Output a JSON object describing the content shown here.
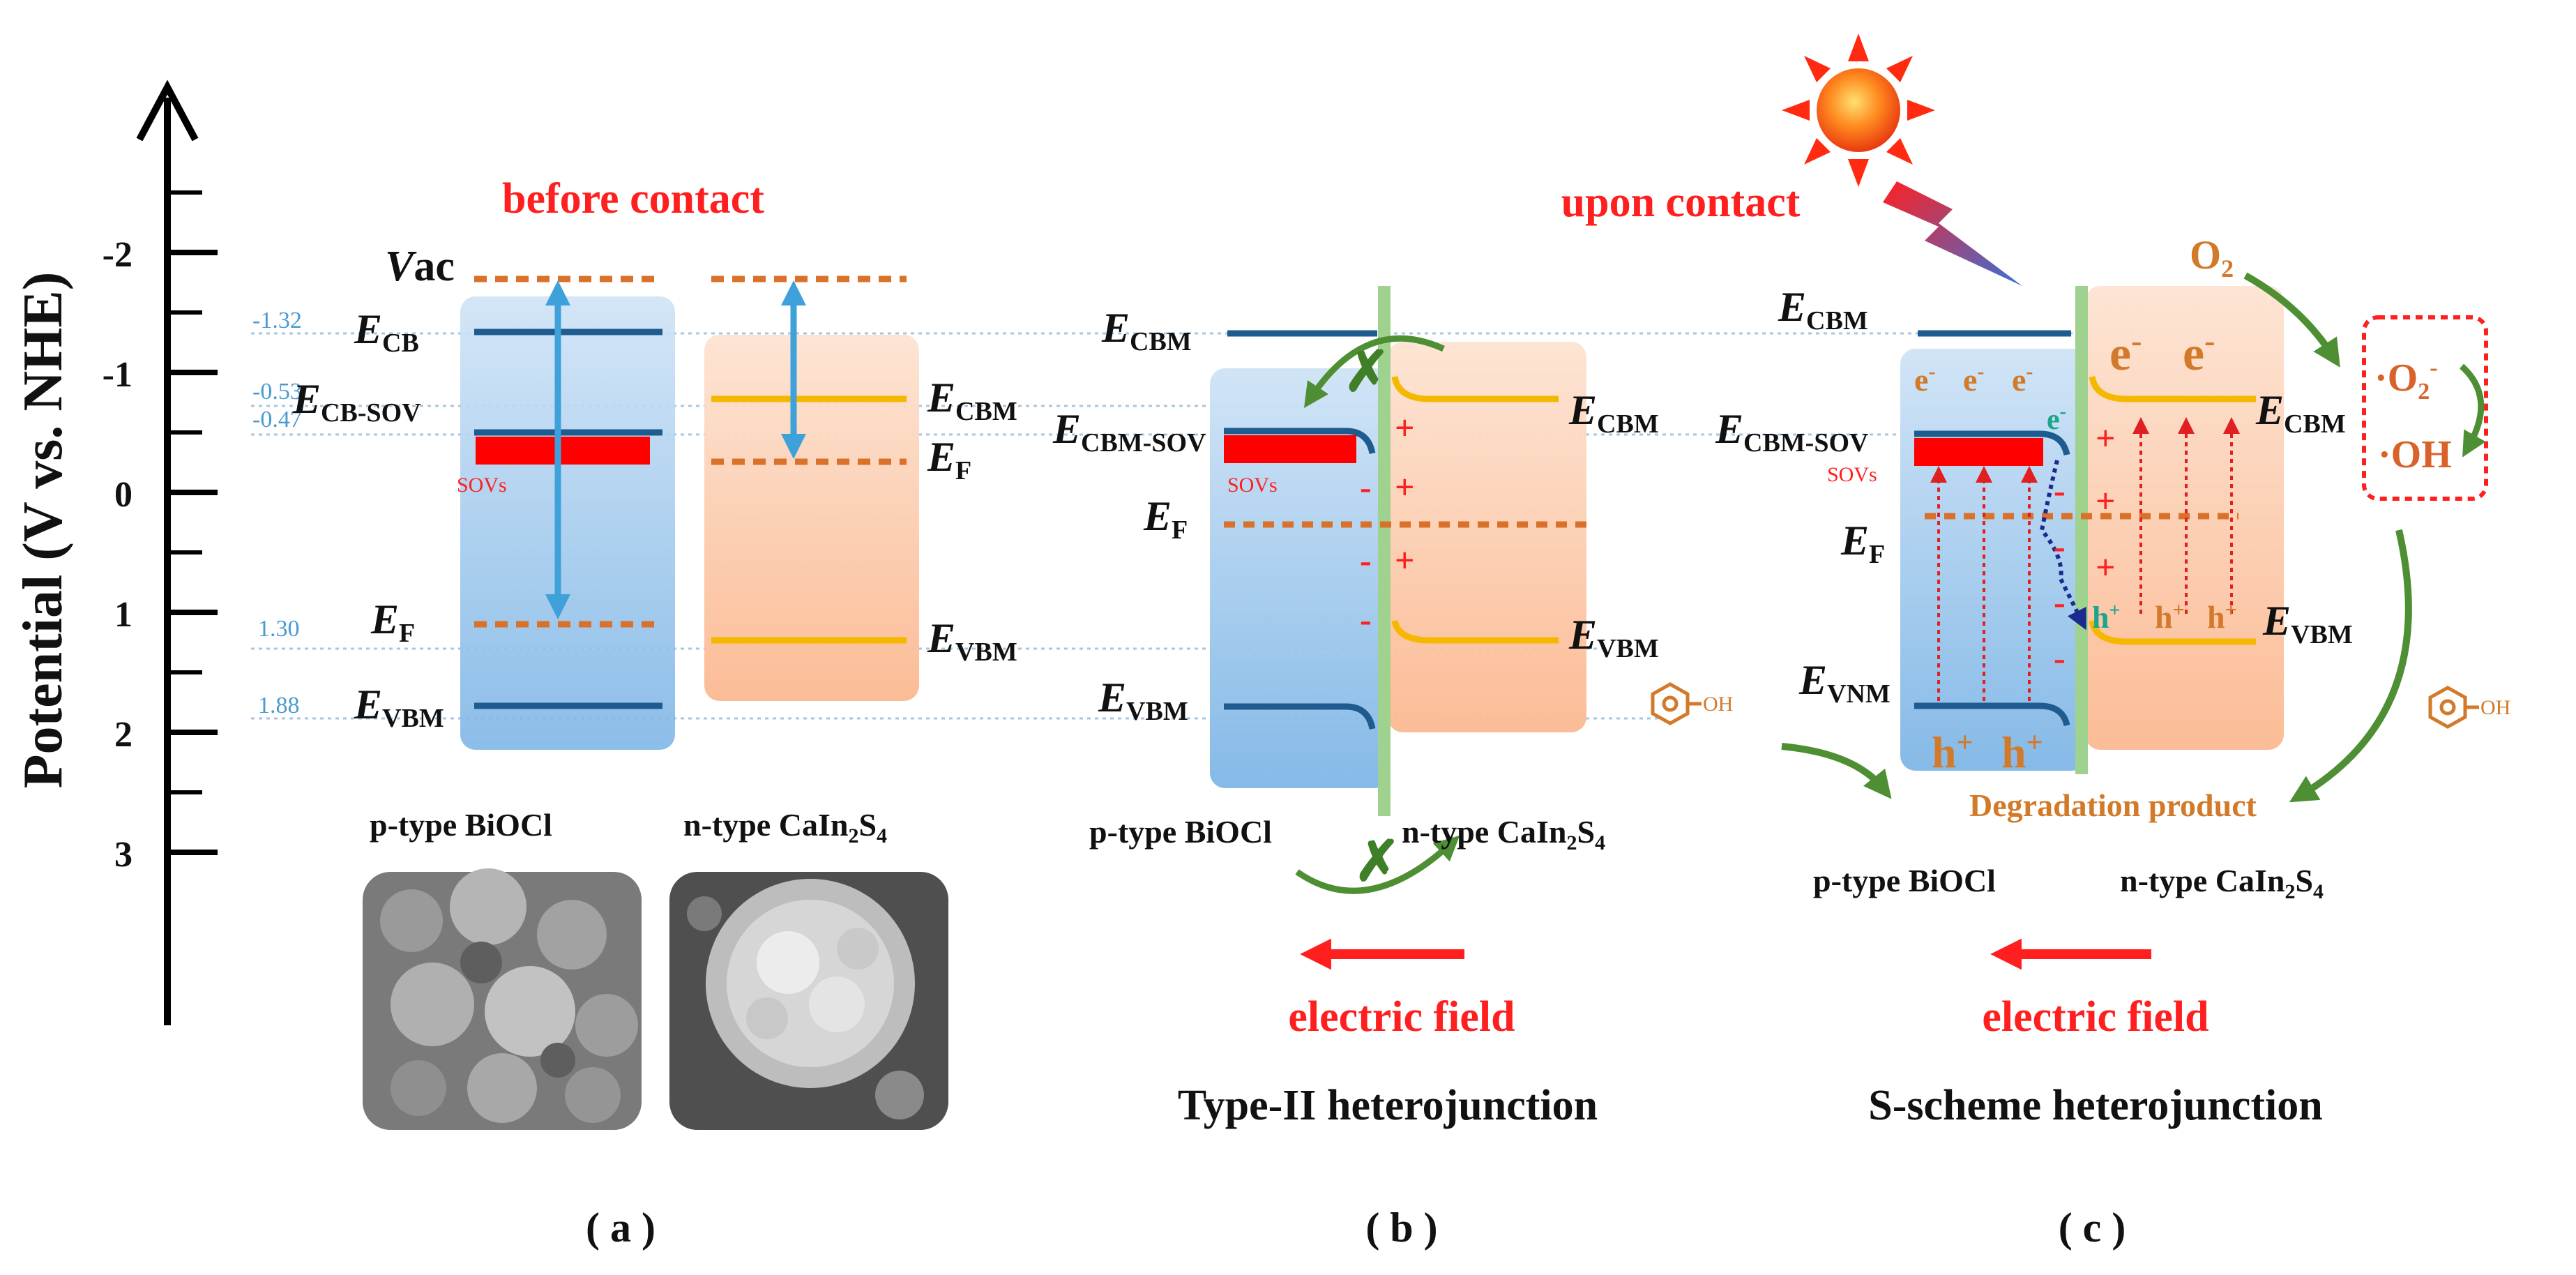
{
  "axis": {
    "title": "Potential (V vs. NHE)",
    "ticks": [
      "-2",
      "-1",
      "0",
      "1",
      "2",
      "3"
    ]
  },
  "energy_values": [
    "-1.32",
    "-0.53",
    "-0.47",
    "1.30",
    "1.88"
  ],
  "panel_a": {
    "heading": "before contact",
    "vac": "ac",
    "vac_italic": "V",
    "bioc": {
      "e": "E",
      "cb": "CB",
      "cb_sov": "CB-SOV",
      "ef_e": "E",
      "ef_sub": "F",
      "vbm": "VBM",
      "sovs": "SOVs",
      "name": "p-type BiOCl"
    },
    "cain": {
      "cbm": "CBM",
      "ef_sub": "F",
      "vbm": "VBM",
      "name_main": "n-type CaIn",
      "name_s": "S",
      "sub2": "2",
      "sub4": "4"
    },
    "caption": "( a )"
  },
  "panel_b": {
    "cbm": "CBM",
    "cbm_sov": "CBM-SOV",
    "ef_sub": "F",
    "vbm": "VBM",
    "sovs": "SOVs",
    "bioc_name": "p-type BiOCl",
    "cain_name_main": "n-type CaIn",
    "cain_s": "S",
    "sub2": "2",
    "sub4": "4",
    "field": "electric field",
    "title": "Type-II heterojunction",
    "caption": "( b )",
    "plus": "+",
    "minus": "-"
  },
  "panel_c": {
    "heading": "upon contact",
    "cbm": "CBM",
    "cbm_sov": "CBM-SOV",
    "ef_sub": "F",
    "vnm": "VNM",
    "vbm": "VBM",
    "sovs": "SOVs",
    "electron": "e",
    "hole": "h",
    "minus_sup": "-",
    "plus_sup": "+",
    "o2": "O",
    "o2_sub": "2",
    "o2_radical": "·O",
    "o2_radical_sub": "2",
    "o2_radical_sup": "-",
    "oh": "·OH",
    "oh_group": "OH",
    "degradation": "Degradation product",
    "bioc_name": "p-type BiOCl",
    "cain_name_main": "n-type CaIn",
    "cain_s": "S",
    "sub2": "2",
    "sub4": "4",
    "field": "electric field",
    "title": "S-scheme heterojunction",
    "caption": "( c )"
  },
  "colors": {
    "red": "#ff1f1f",
    "blue_band": "#9fcaf0",
    "orange_band": "#fcc8a8",
    "dark_blue": "#1e5b8e",
    "yellow": "#f5b800",
    "orange_dot": "#d9712a",
    "green": "#4e8f33",
    "light_green": "#9fd18f"
  }
}
